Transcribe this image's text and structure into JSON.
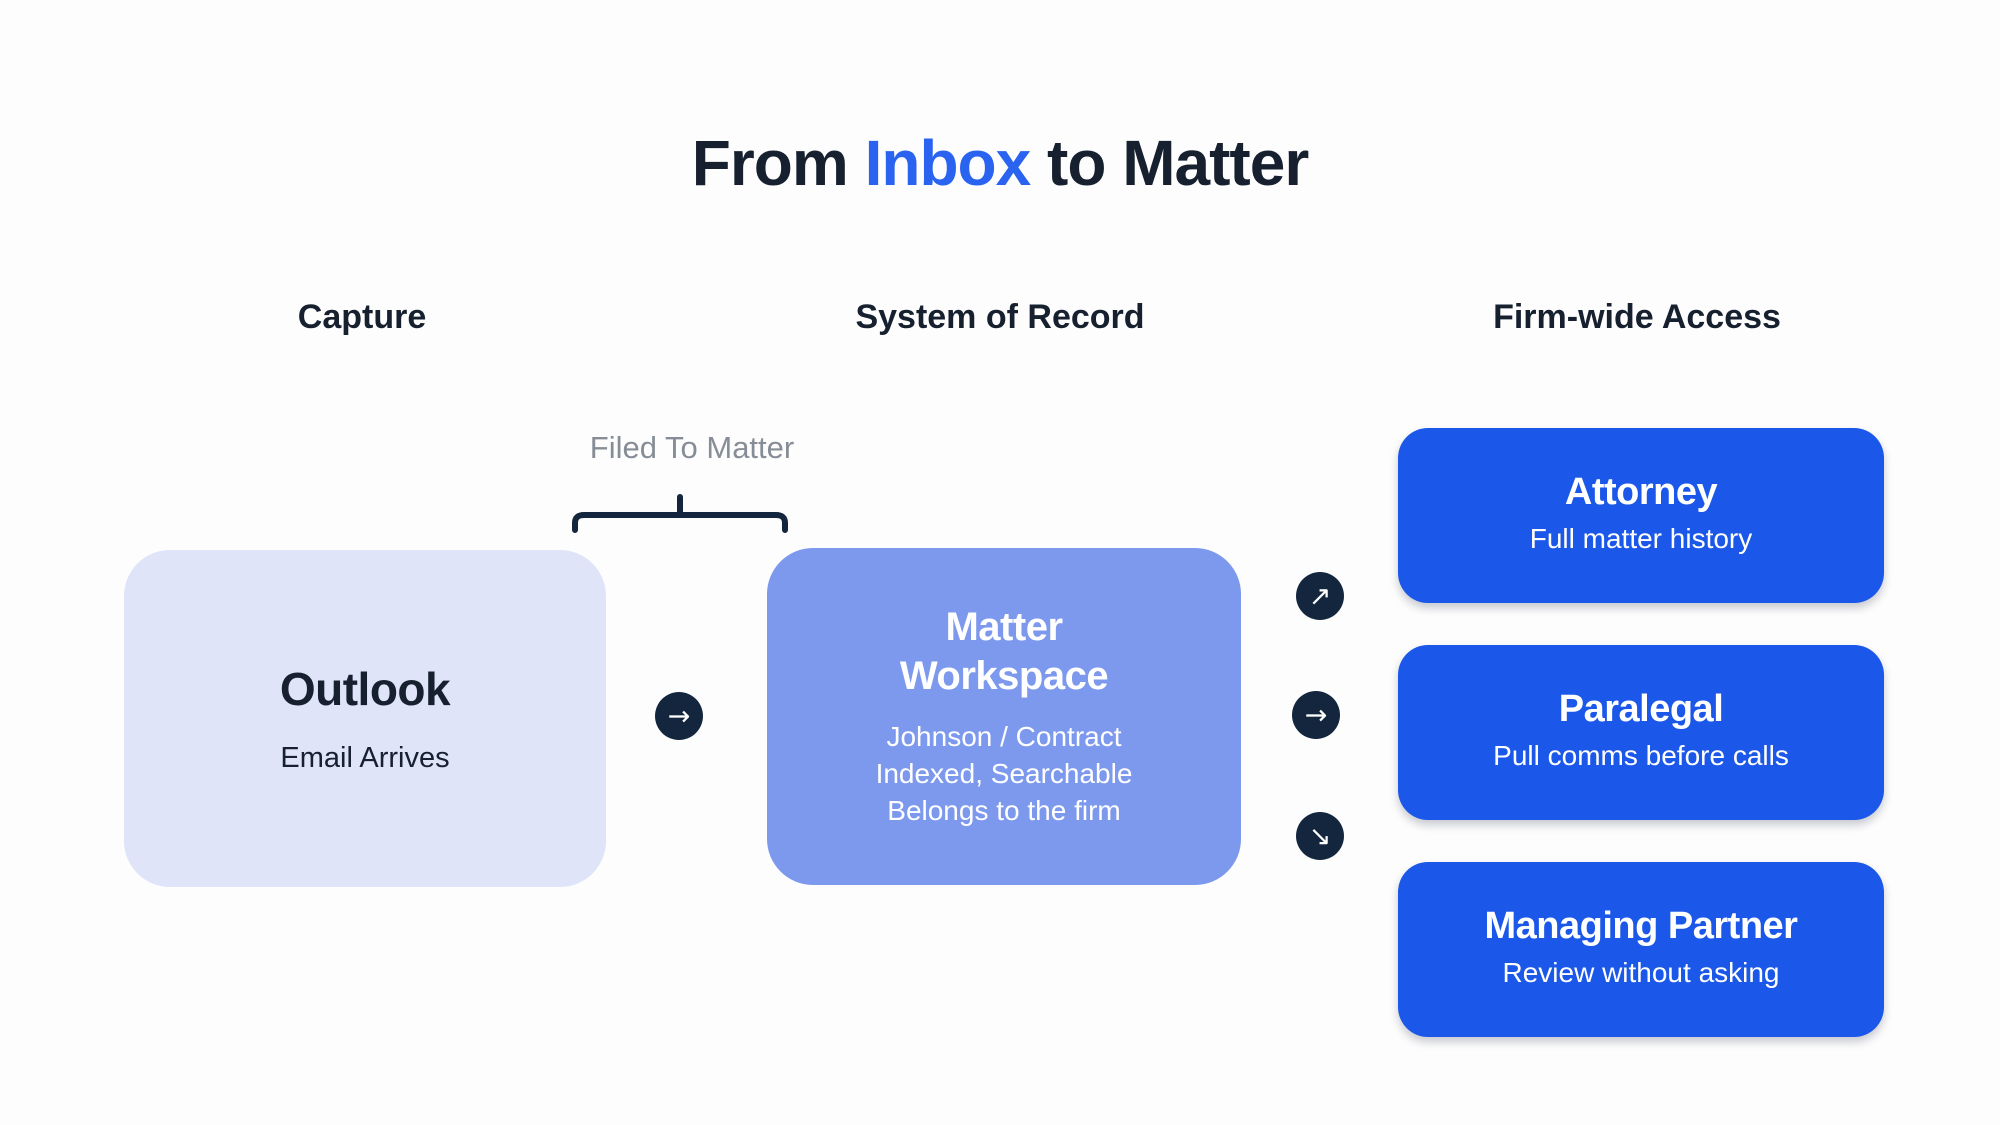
{
  "title": {
    "prefix": "From ",
    "highlight": "Inbox",
    "suffix": " to Matter"
  },
  "columns": [
    {
      "label": "Capture"
    },
    {
      "label": "System of Record"
    },
    {
      "label": "Firm-wide Access"
    }
  ],
  "annotation": {
    "label": "Filed To Matter"
  },
  "nodes": {
    "outlook": {
      "title": "Outlook",
      "subtitle": "Email Arrives"
    },
    "matter_workspace": {
      "title": "Matter Workspace",
      "lines": [
        "Johnson / Contract",
        "Indexed, Searchable",
        "Belongs to the firm"
      ]
    },
    "roles": [
      {
        "title": "Attorney",
        "subtitle": "Full matter history"
      },
      {
        "title": "Paralegal",
        "subtitle": "Pull comms before calls"
      },
      {
        "title": "Managing Partner",
        "subtitle": "Review without asking"
      }
    ]
  },
  "arrows": {
    "main": "→",
    "fan": [
      "↗",
      "→",
      "↘"
    ]
  },
  "colors": {
    "background": "#fdfdfd",
    "ink": "#16202f",
    "accent_blue": "#2b63f1",
    "role_card_blue": "#1b57e8",
    "workspace_blue": "#7d99ee",
    "capture_lavender": "#dfe4f9",
    "arrow_circle_navy": "#13263d",
    "muted_gray": "#878d97"
  }
}
